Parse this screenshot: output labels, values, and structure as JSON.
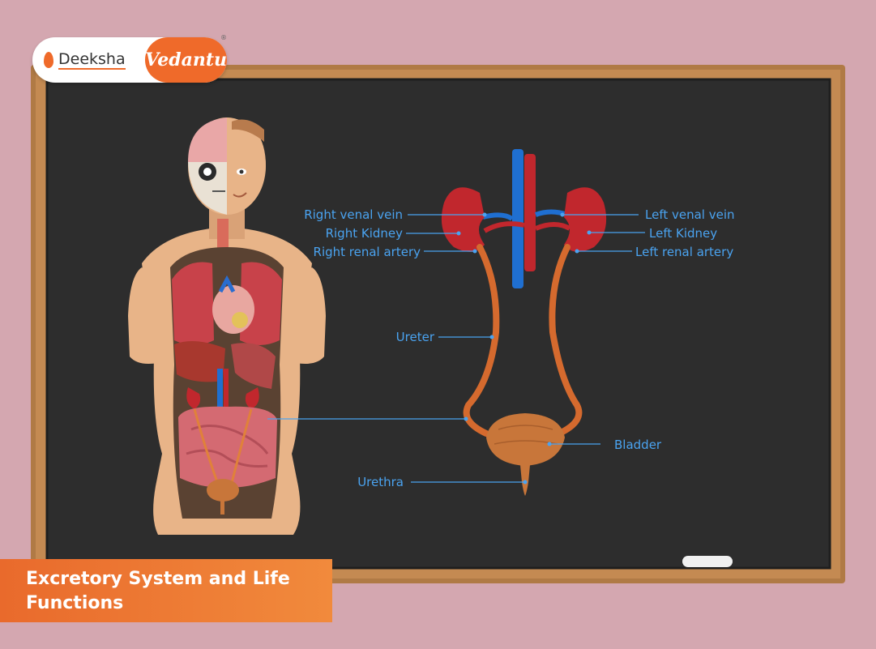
{
  "brand": {
    "name_left": "Deeksha",
    "name_right": "Vedantu",
    "registered": "®"
  },
  "title": {
    "line1": "Excretory System and Life",
    "line2": "Functions"
  },
  "labels": {
    "right_venal_vein": "Right venal vein",
    "right_kidney": "Right Kidney",
    "right_renal_artery": "Right renal artery",
    "left_venal_vein": "Left venal vein",
    "left_kidney": "Left Kidney",
    "left_renal_artery": "Left renal artery",
    "ureter": "Ureter",
    "bladder": "Bladder",
    "urethra": "Urethra"
  },
  "colors": {
    "background": "#d4a7b0",
    "frame": "#b07a45",
    "board": "#2d2d2d",
    "label": "#4aa3f0",
    "kidney": "#c1272d",
    "vein": "#1f6fd1",
    "artery": "#c1272d",
    "ureter": "#d56a2e",
    "bladder": "#c8763a",
    "accent": "#ef6a2a"
  }
}
